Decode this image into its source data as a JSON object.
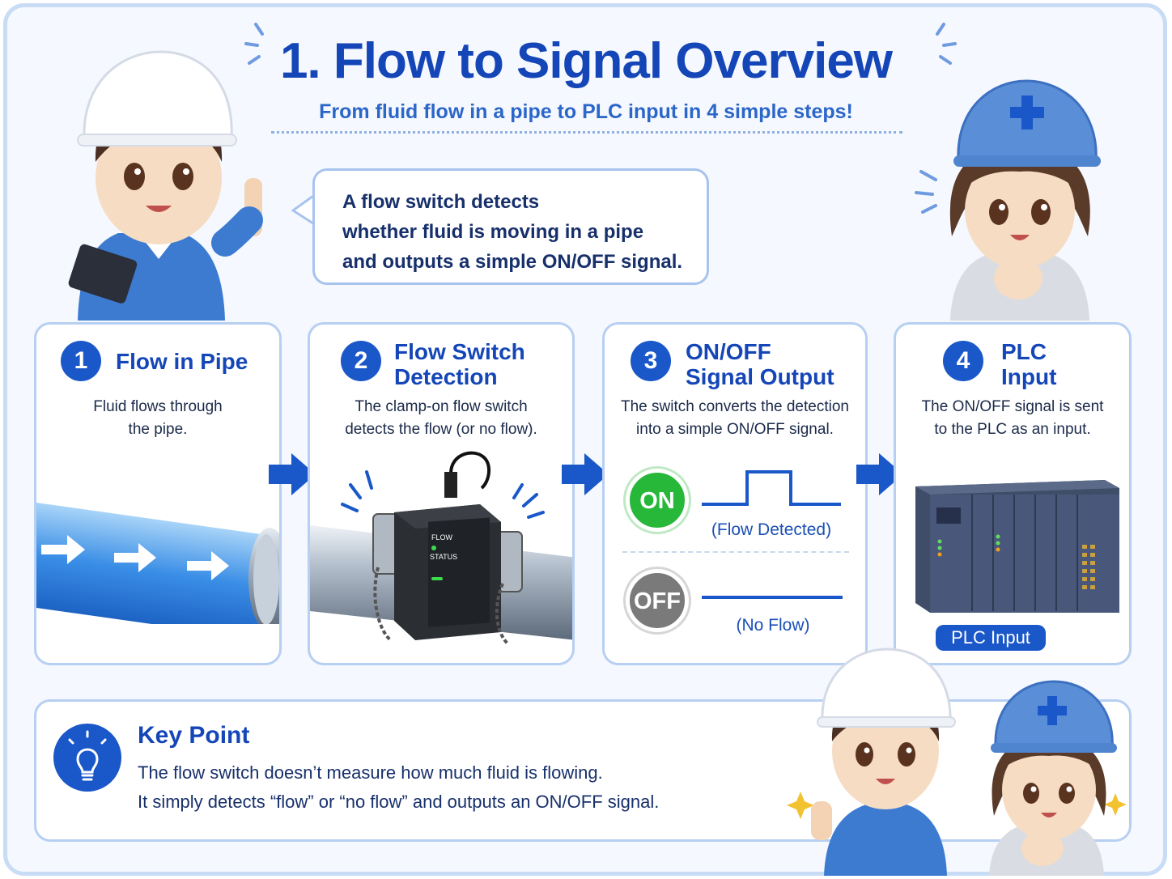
{
  "header": {
    "title": "1. Flow to Signal Overview",
    "subtitle": "From fluid flow in a pipe to PLC input in 4 simple steps!"
  },
  "speech_bubble": {
    "lines": [
      "A flow switch detects",
      "whether fluid is moving in a pipe",
      "and outputs a simple ON/OFF signal."
    ]
  },
  "steps": [
    {
      "number": "1",
      "title_lines": [
        "Flow in Pipe"
      ],
      "desc_lines": [
        "Fluid flows through",
        "the pipe."
      ]
    },
    {
      "number": "2",
      "title_lines": [
        "Flow Switch",
        "Detection"
      ],
      "desc_lines": [
        "The clamp-on flow switch",
        "detects the flow (or no flow)."
      ],
      "device_labels": [
        "FLOW",
        "STATUS"
      ]
    },
    {
      "number": "3",
      "title_lines": [
        "ON/OFF",
        "Signal Output"
      ],
      "desc_lines": [
        "The switch converts the detection",
        "into a simple ON/OFF signal."
      ],
      "on_badge": "ON",
      "on_label": "(Flow Detected)",
      "off_badge": "OFF",
      "off_label": "(No Flow)"
    },
    {
      "number": "4",
      "title_lines": [
        "PLC",
        "Input"
      ],
      "desc_lines": [
        "The ON/OFF signal is sent",
        "to the PLC as an input."
      ],
      "tag": "PLC Input"
    }
  ],
  "key_point": {
    "title": "Key Point",
    "lines": [
      "The flow switch doesn’t measure how much fluid is flowing.",
      "It simply detects “flow” or “no flow” and outputs an ON/OFF signal."
    ]
  },
  "colors": {
    "primary": "#1a57c8",
    "title": "#1546b8",
    "on": "#27b83a",
    "off": "#7a7a7a",
    "card_border": "#b7cff2",
    "background": "#f5f8fe"
  }
}
